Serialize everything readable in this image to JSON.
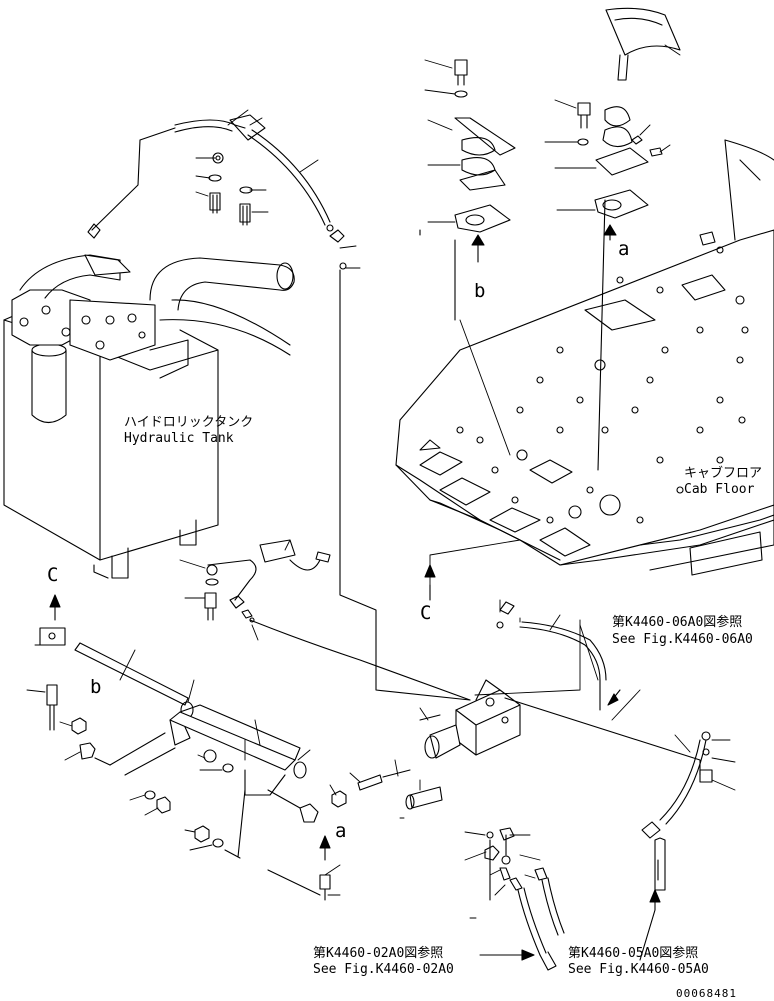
{
  "labels": {
    "tank_jp": "ハイドロリックタンク",
    "tank_en": "Hydraulic Tank",
    "floor_jp": "キャブフロア",
    "floor_en": "Cab Floor",
    "ref_06a0_jp": "第K4460-06A0図参照",
    "ref_06a0_en": "See Fig.K4460-06A0",
    "ref_02a0_jp": "第K4460-02A0図参照",
    "ref_02a0_en": "See Fig.K4460-02A0",
    "ref_05a0_jp": "第K4460-05A0図参照",
    "ref_05a0_en": "See Fig.K4460-05A0",
    "letter_a_top": "a",
    "letter_b_top": "b",
    "letter_c_mid": "C",
    "letter_c_left": "C",
    "letter_b_left": "b",
    "letter_a_bottom": "a",
    "doc_id": "00068481"
  },
  "colors": {
    "ink": "#000000",
    "paper": "#ffffff"
  }
}
